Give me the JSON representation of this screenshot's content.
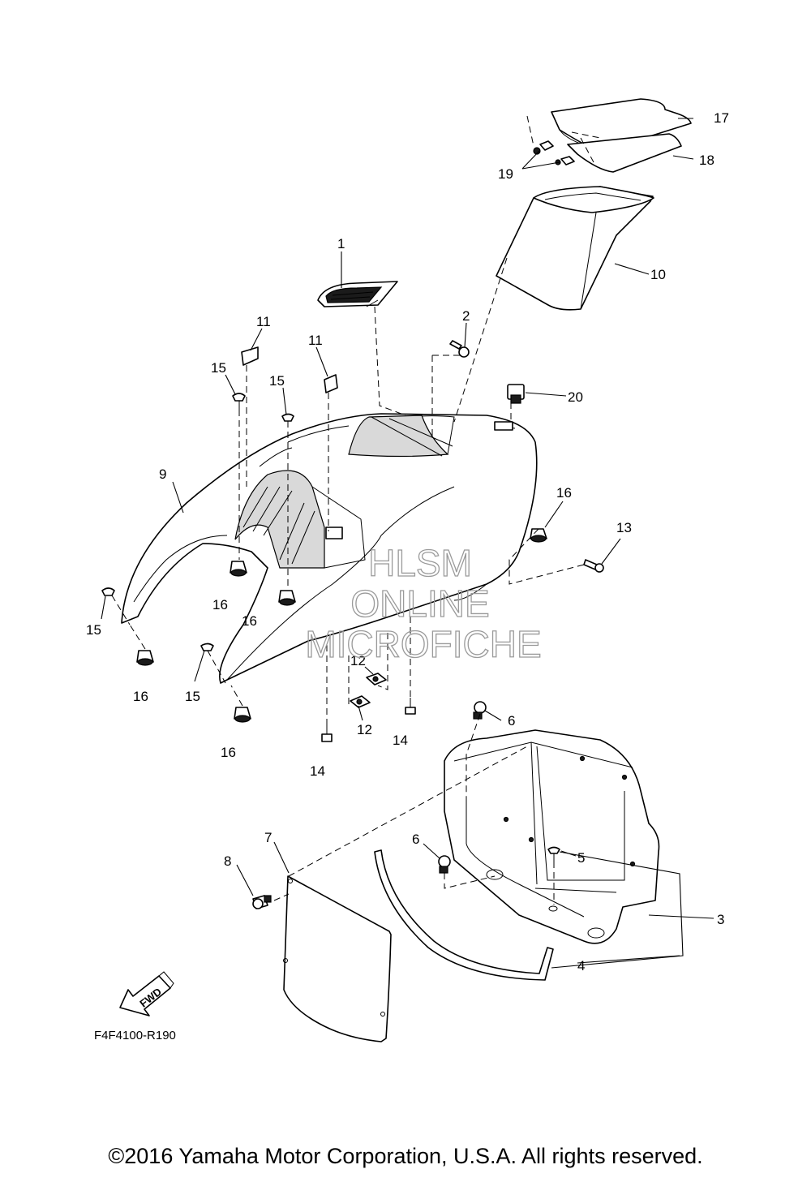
{
  "figure_code": "F4F4100-R190",
  "fwd_label": "FWD",
  "watermark": [
    "HLSM",
    "ONLINE",
    "MICROFICHE"
  ],
  "copyright": "©2016 Yamaha Motor Corporation, U.S.A. All rights reserved.",
  "callouts": {
    "c1": "1",
    "c2": "2",
    "c3": "3",
    "c4a": "4",
    "c5": "5",
    "c6a": "6",
    "c6b": "6",
    "c7": "7",
    "c8": "8",
    "c9": "9",
    "c10": "10",
    "c11a": "11",
    "c11b": "11",
    "c12a": "12",
    "c12b": "12",
    "c13": "13",
    "c14a": "14",
    "c14b": "14",
    "c15a": "15",
    "c15b": "15",
    "c15c": "15",
    "c15d": "15",
    "c16a": "16",
    "c16b": "16",
    "c16c": "16",
    "c16d": "16",
    "c16e": "16",
    "c17": "17",
    "c18": "18",
    "c19": "19",
    "c20": "20"
  }
}
